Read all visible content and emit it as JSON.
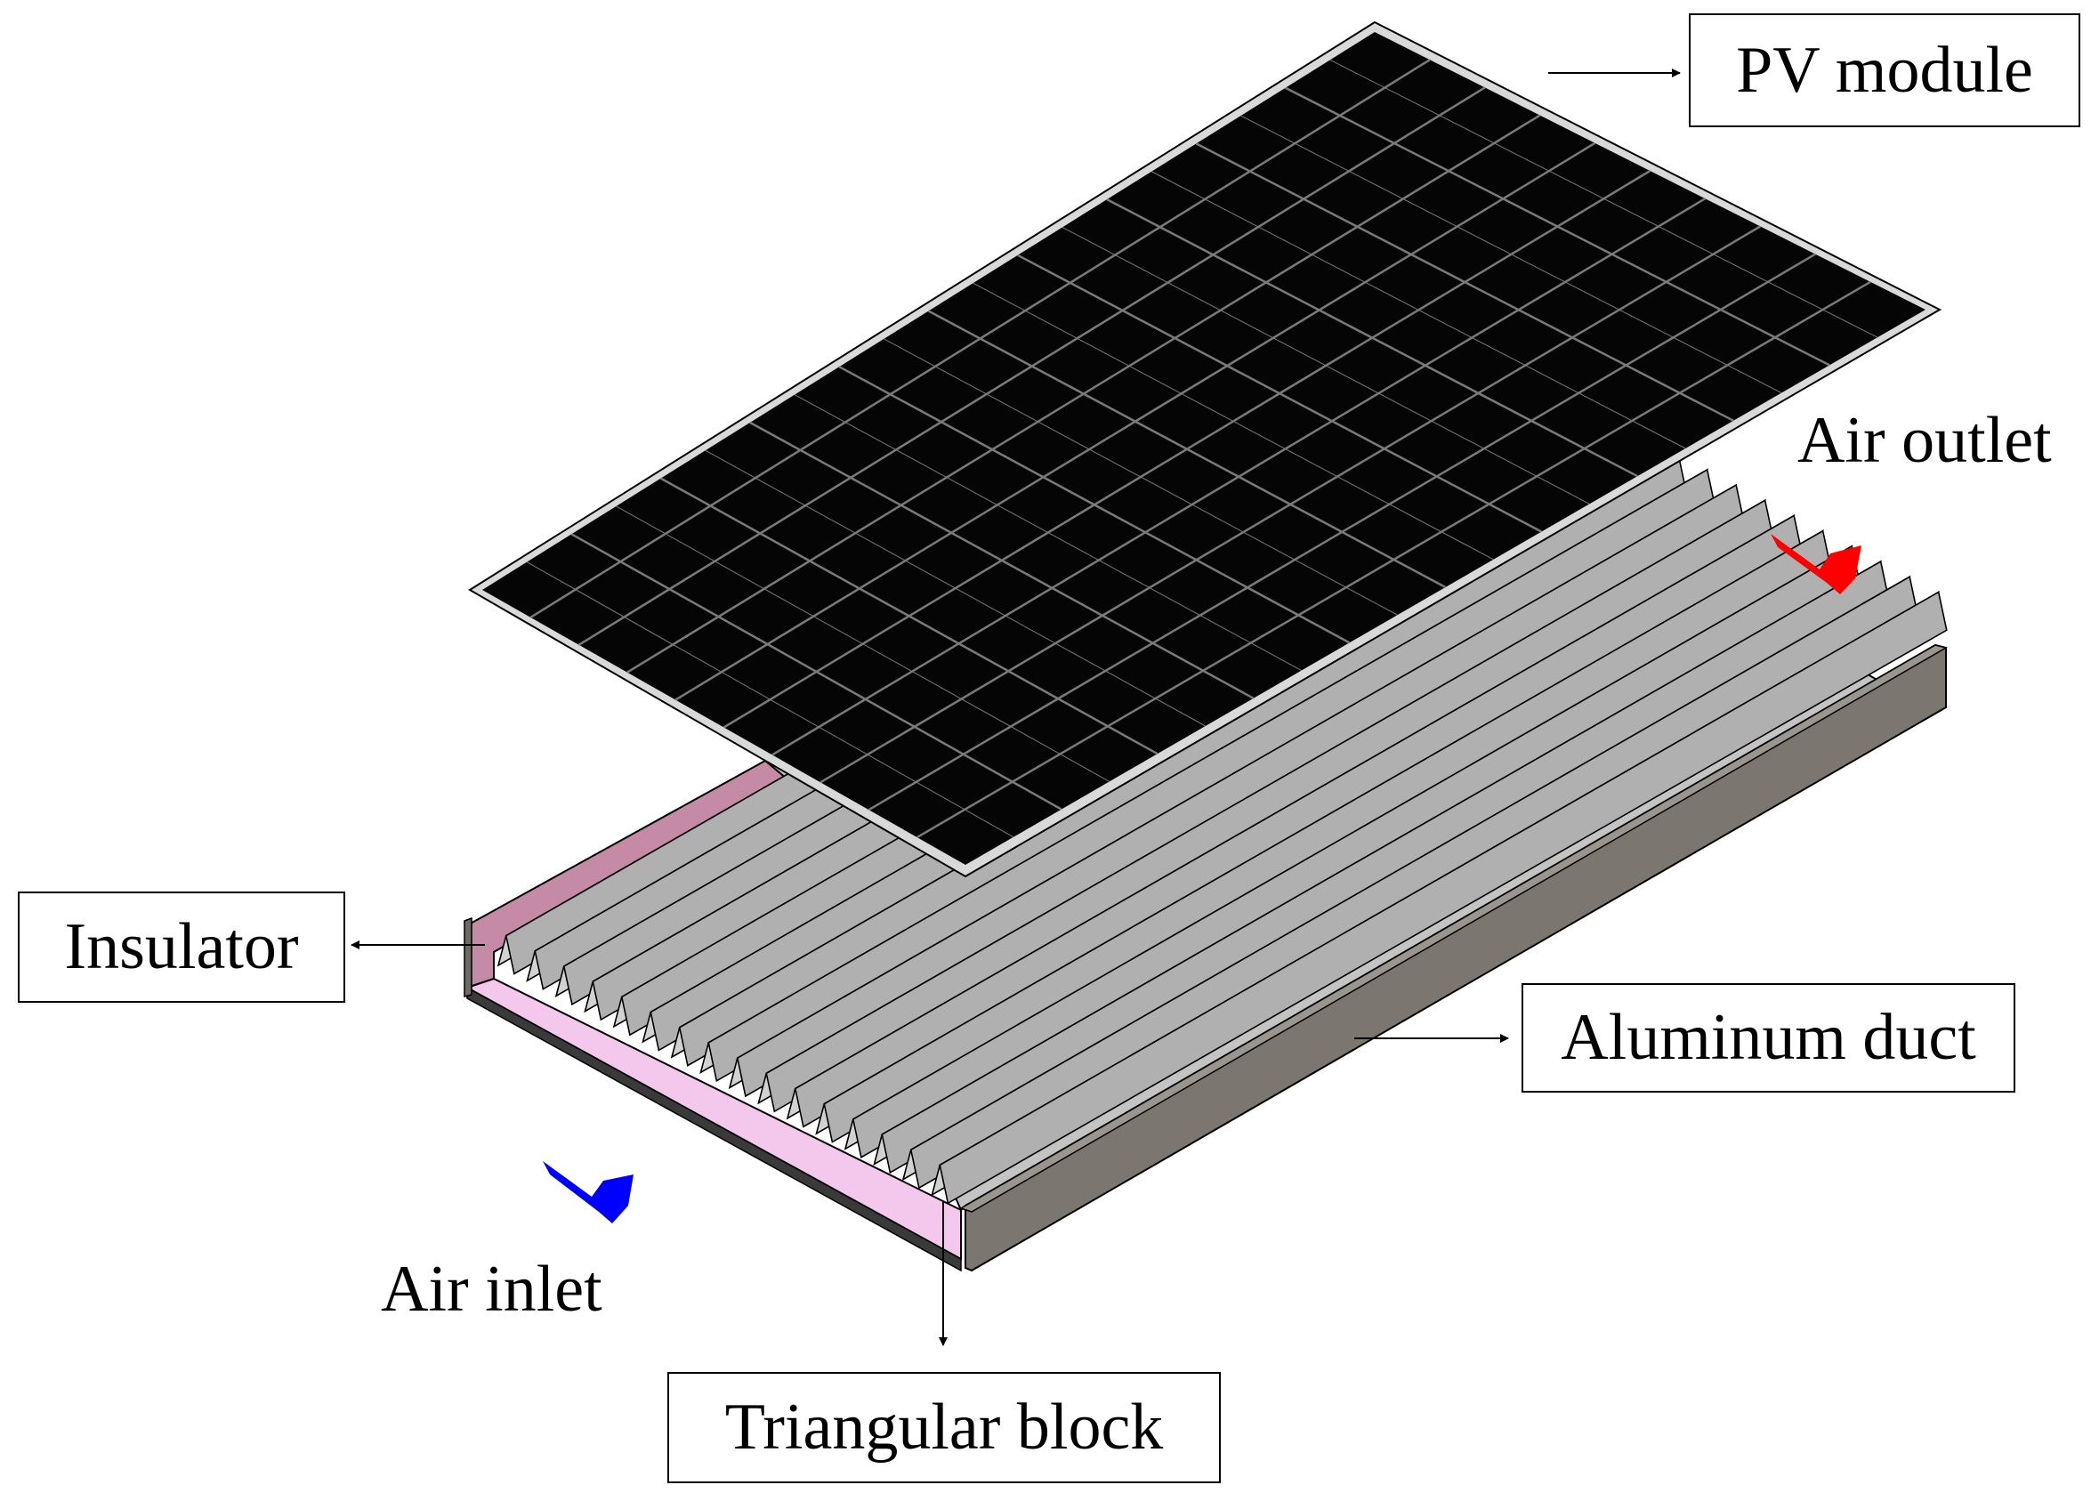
{
  "labels": {
    "pv_module": "PV module",
    "air_outlet": "Air outlet",
    "insulator": "Insulator",
    "aluminum_duct": "Aluminum duct",
    "air_inlet": "Air inlet",
    "triangular_block": "Triangular block"
  },
  "pv_grid": {
    "rows": 20,
    "columns": 10
  },
  "duct_ribs": 16,
  "colors": {
    "pv_cells": "#050505",
    "pv_frame": "#d9d9d9",
    "pv_gridline": "#7a7a7a",
    "aluminum_plate": "#c4c4c4",
    "duct_wall": "#7b7670",
    "insulator_end": "#c48aa6",
    "insulator_strip": "#f4c8ec",
    "air_inlet_arrow": "#0000ff",
    "air_outlet_arrow": "#ff0000"
  }
}
